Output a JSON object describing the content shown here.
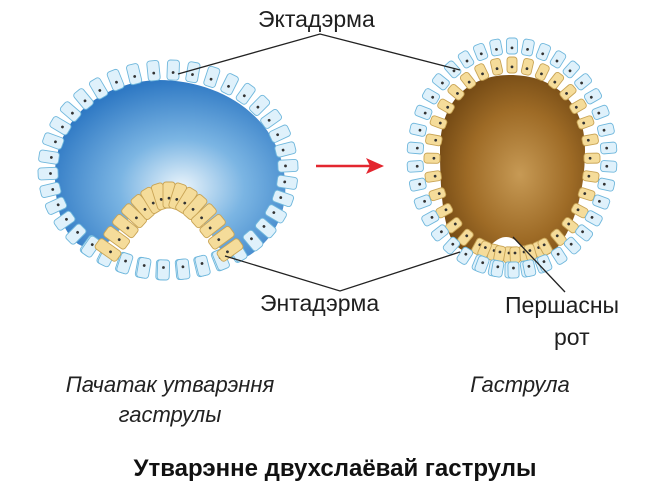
{
  "labels": {
    "ectoderm": "Эктадэрма",
    "endoderm": "Энтадэрма",
    "mouth_line1": "Першасны",
    "mouth_line2": "рот"
  },
  "captions": {
    "left_line1": "Пачатак утварэння",
    "left_line2": "гаструлы",
    "right": "Гаструла"
  },
  "title": "Утварэнне двухслаёвай гаструлы",
  "colors": {
    "ectoderm_cell": "#dff1fb",
    "ectoderm_stroke": "#6fb7dc",
    "endoderm_cell": "#f5dc9a",
    "endoderm_stroke": "#c9a455",
    "blastocoel": "#3f8fd3",
    "archenteron": "#9c6a22",
    "arrow": "#e3262f"
  }
}
